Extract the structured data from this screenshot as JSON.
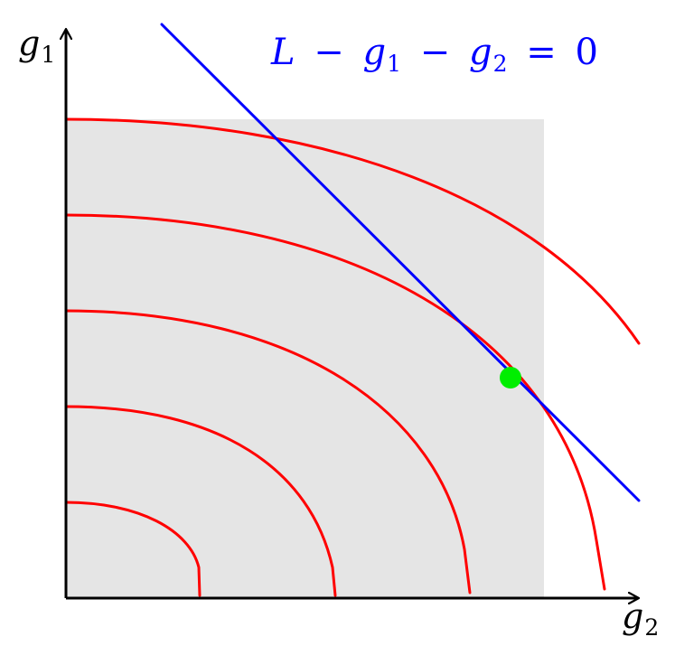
{
  "axes": {
    "x_label_main": "g",
    "x_label_sub": "2",
    "y_label_main": "g",
    "y_label_sub": "1"
  },
  "constraint_label": {
    "L": "L",
    "minus1": "−",
    "g1_main": "g",
    "g1_sub": "1",
    "minus2": "−",
    "g2_main": "g",
    "g2_sub": "2",
    "equals": "=",
    "zero": "0"
  },
  "colors": {
    "feasible_region": "#e5e5e5",
    "level_curves": "#ff0000",
    "constraint_line": "#0000ff",
    "tangent_point": "#00ee00",
    "axes": "#000000"
  }
}
